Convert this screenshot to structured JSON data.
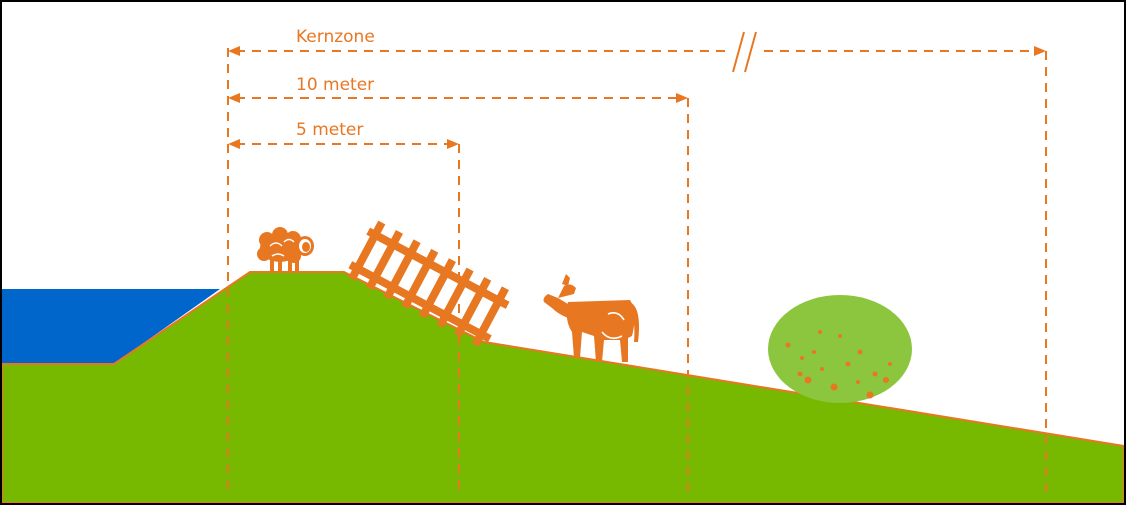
{
  "labels": {
    "kernzone": "Kernzone",
    "ten_meter": "10 meter",
    "five_meter": "5 meter"
  },
  "colors": {
    "accent": "#E87722",
    "water": "#0066CC",
    "grass": "#77B800",
    "bush": "#8CC63F",
    "frame": "#000000"
  },
  "icons": [
    "sheep-icon",
    "fence-icon",
    "cow-icon",
    "bush-icon",
    "axis-break-icon"
  ]
}
